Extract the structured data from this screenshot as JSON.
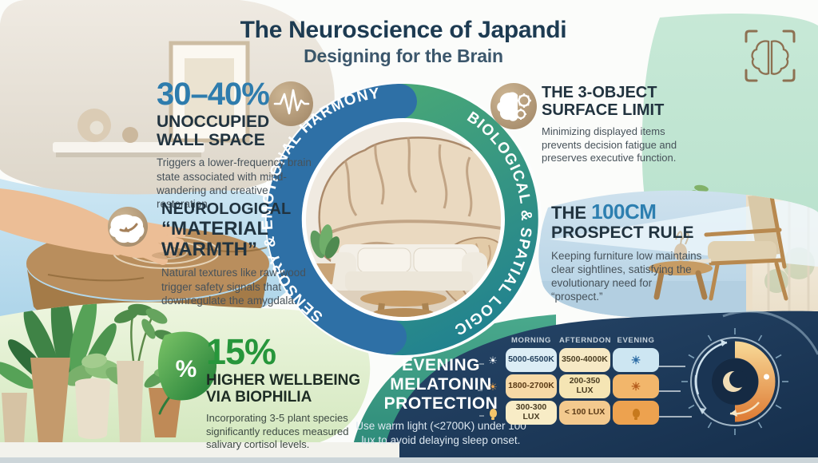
{
  "header": {
    "title": "The Neuroscience of Japandi",
    "subtitle": "Designing for the Brain"
  },
  "ring": {
    "left_arc_label": "SENSORY & EMOTIONAL HARMONY",
    "right_arc_label": "BIOLOGICAL & SPATIAL LOGIC"
  },
  "cards": {
    "wall_space": {
      "stat": "30–40%",
      "title1": "UNOCCUPIED",
      "title2": "WALL SPACE",
      "body": "Triggers a lower-frequency brain state associated with mind-wandering and creative restoration.",
      "icon": "pulse-wave-icon"
    },
    "material_warmth": {
      "title1": "NEUROLOGICAL",
      "title2": "“MATERIAL",
      "title3": "WARMTH”",
      "body": "Natural textures like raw wood trigger safety signals that downregulate the amygdala.",
      "icon": "brain-arrow-icon"
    },
    "biophilia": {
      "stat": "15%",
      "title1": "HIGHER WELLBEING",
      "title2": "VIA BIOPHILIA",
      "body": "Incorporating 3-5 plant species significantly reduces measured salivary cortisol levels.",
      "icon": "leaf-percent-icon"
    },
    "surface_limit": {
      "title1": "THE 3-OBJECT",
      "title2": "SURFACE LIMIT",
      "body": "Minimizing displayed items prevents decision fatigue and preserves executive function.",
      "icon": "brain-gears-icon"
    },
    "prospect_rule": {
      "title_prefix": "THE ",
      "stat": "100CM",
      "title2": "PROSPECT RULE",
      "body": "Keeping furniture low maintains clear sightlines, satisfying the evolutionary need for “prospect.”"
    },
    "melatonin": {
      "title1": "EVENING",
      "title2": "MELATONIN",
      "title3": "PROTECTION",
      "body": "Use warm light (<2700K) under 100 lux to avoid delaying sleep onset."
    }
  },
  "light_table": {
    "columns": [
      "MORNING",
      "AFTERNDON",
      "EVENING"
    ],
    "rows": [
      {
        "morning": "5000-6500K",
        "afternoon": "3500-4000K",
        "evening_icon": "sun-icon"
      },
      {
        "morning": "1800-2700K",
        "afternoon": "200-350 LUX",
        "evening_icon": "sun-icon"
      },
      {
        "morning": "300-300 LUX",
        "afternoon": "< 100 LUX",
        "evening_icon": "lightbulb-icon"
      }
    ],
    "row_icons": [
      "sun-icon",
      "sun-icon",
      "lightbulb-icon"
    ]
  },
  "icons": {
    "dial": "crescent-moon-clock-dial-icon",
    "scan": "brain-scan-frame-icon"
  },
  "colors": {
    "accent_blue": "#2d7fb0",
    "accent_green": "#27963b",
    "navy": "#1d3a55",
    "ring_blue": "#2e70a6",
    "ring_teal": "#2f8d7f",
    "tan_icon_circle": "#b49a7b"
  }
}
